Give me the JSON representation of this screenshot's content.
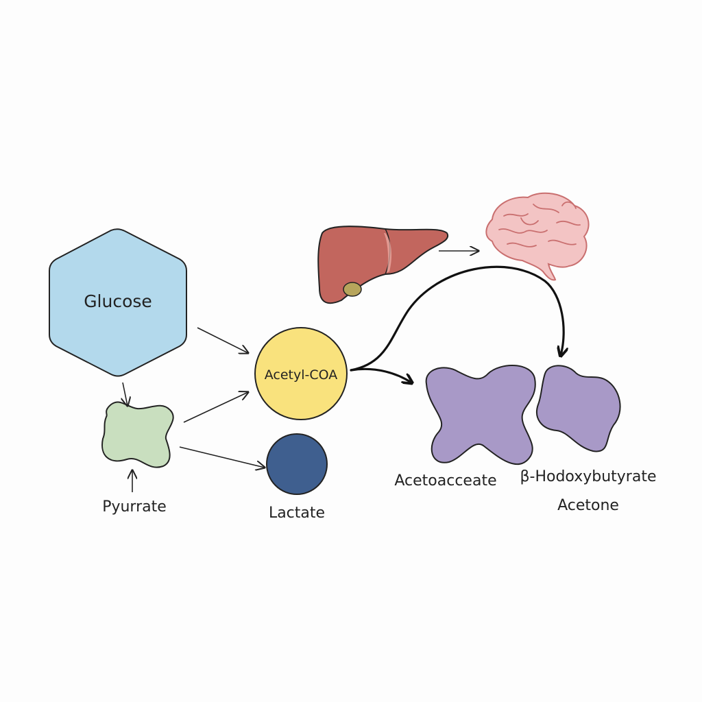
{
  "nodes": {
    "glucose": {
      "label": "Glucose"
    },
    "pyruvate": {
      "label": "Pyurrate"
    },
    "acetyl_coa": {
      "label": "Acetyl-COA"
    },
    "lactate": {
      "label": "Lactate"
    },
    "acetoacetate": {
      "label": "Acetoacceate"
    },
    "beta_hydroxybutyrate": {
      "label": "β-Hodoxybutyrate"
    },
    "acetone": {
      "label": "Acetone"
    }
  },
  "organs": [
    {
      "icon": "liver-icon"
    },
    {
      "icon": "brain-icon"
    }
  ],
  "colors": {
    "glucose": "#b3d9ec",
    "pyruvate": "#c9dfbf",
    "acetyl_coa": "#f9e27d",
    "lactate": "#3f5f8f",
    "ketone": "#a899c7",
    "liver": "#c2665e",
    "brain": "#f3c4c4",
    "stroke": "#222222"
  }
}
